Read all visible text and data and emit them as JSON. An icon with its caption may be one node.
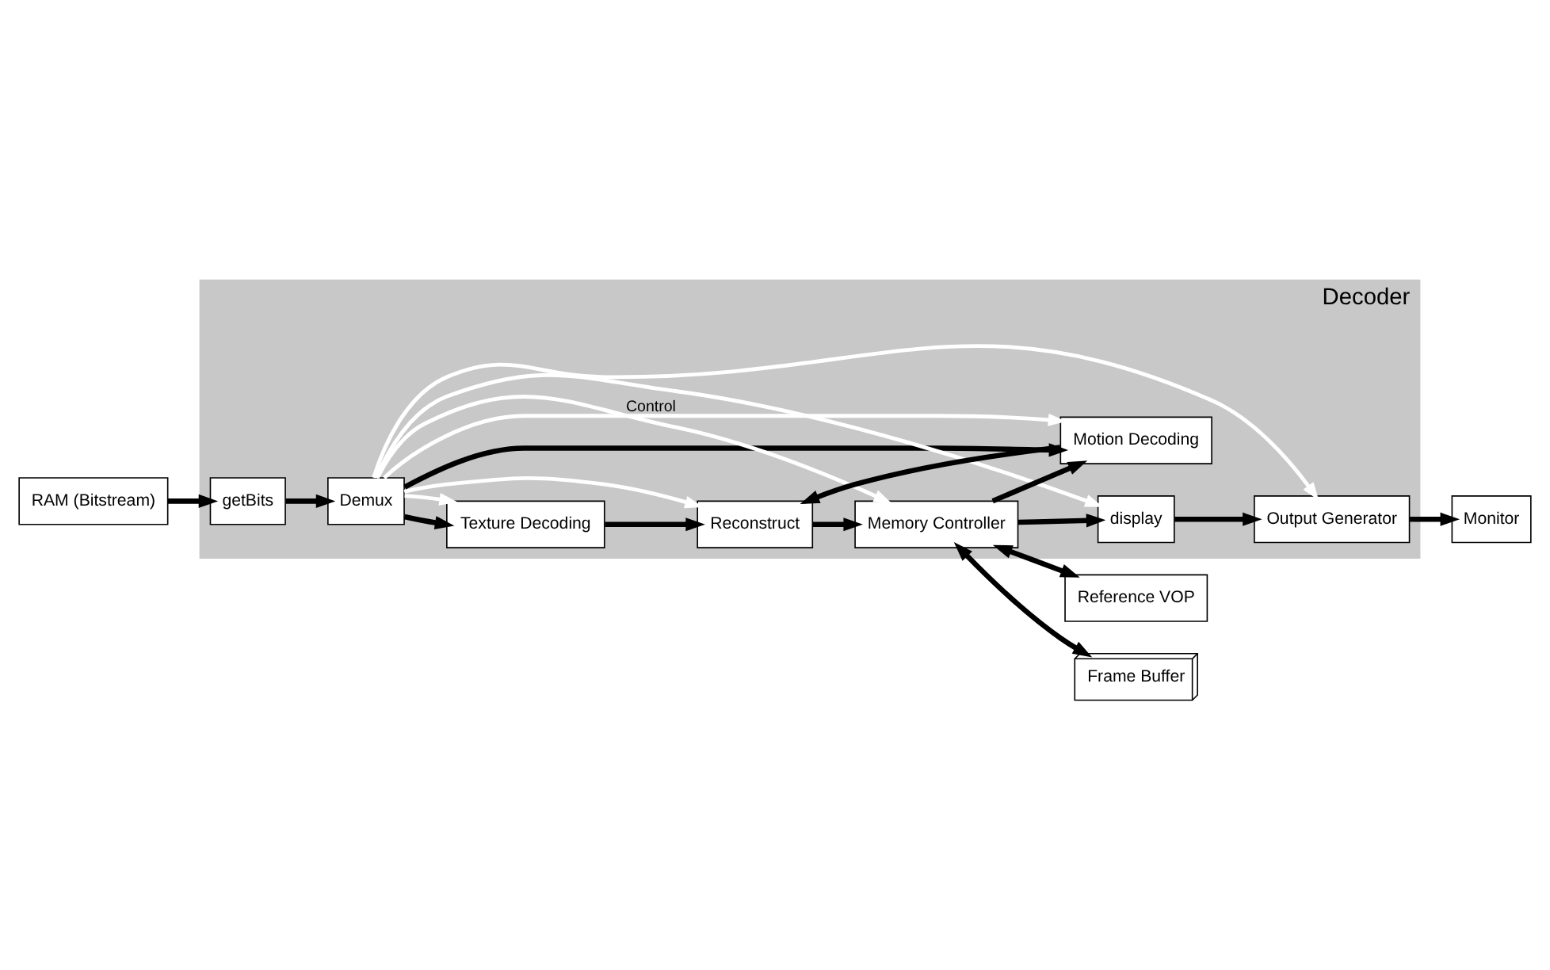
{
  "diagram": {
    "nodes": [
      {
        "text": [
          "Decoder"
        ]
      },
      {
        "text": [
          "RAM (Bitstream)"
        ]
      },
      {
        "text": [
          "getBits"
        ],
        "in": 0
      },
      {
        "text": [
          "Demux"
        ],
        "in": 0
      },
      {
        "text": [
          "Texture Decoding"
        ],
        "in": 0
      },
      {
        "text": [
          "Reconstruct"
        ],
        "in": 0
      },
      {
        "text": [
          "Motion Decoding"
        ],
        "in": 0
      },
      {
        "text": [
          "Memory Controller"
        ],
        "in": 0
      },
      {
        "text": [
          "display"
        ],
        "in": 0
      },
      {
        "text": [
          "Output Generator"
        ],
        "in": 0
      },
      {
        "text": [
          "Monitor"
        ]
      },
      {
        "text": [
          "Reference VOP"
        ]
      },
      {
        "text": [
          "Frame Buffer"
        ]
      }
    ],
    "edges": [
      {
        "from": 1,
        "to": 2,
        "arrow": "to"
      },
      {
        "from": 2,
        "to": 3,
        "arrow": "to"
      },
      {
        "from": 3,
        "to": 4,
        "arrow": "to"
      },
      {
        "from": 3,
        "to": 6,
        "arrow": "to"
      },
      {
        "from": 4,
        "to": 5,
        "arrow": "to"
      },
      {
        "from": 6,
        "to": 5,
        "arrow": "to"
      },
      {
        "from": 5,
        "to": 7,
        "arrow": "to"
      },
      {
        "from": 7,
        "to": 6,
        "arrow": "to"
      },
      {
        "from": 7,
        "to": 8,
        "arrow": "to"
      },
      {
        "from": 8,
        "to": 9,
        "arrow": "to"
      },
      {
        "from": 9,
        "to": 10,
        "arrow": "to"
      },
      {
        "from": 7,
        "to": 11,
        "arrow": "both"
      },
      {
        "from": 7,
        "to": 12,
        "arrow": "both"
      },
      {
        "from": 3,
        "to": 4,
        "arrow": "to",
        "color": "#ffffff"
      },
      {
        "from": 3,
        "to": 5,
        "arrow": "to",
        "color": "#ffffff"
      },
      {
        "from": 3,
        "to": 7,
        "arrow": "to",
        "label": "Control",
        "color": "#ffffff"
      },
      {
        "from": 3,
        "to": 8,
        "arrow": "to",
        "color": "#ffffff"
      },
      {
        "from": 3,
        "to": 9,
        "arrow": "to",
        "color": "#ffffff"
      },
      {
        "from": 3,
        "to": 6,
        "arrow": "to",
        "color": "#ffffff"
      }
    ]
  }
}
